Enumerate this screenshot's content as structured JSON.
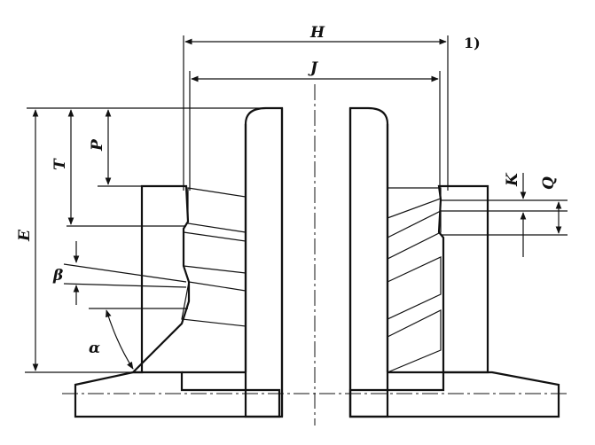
{
  "figure": {
    "labels": {
      "H": "H",
      "J": "J",
      "E": "E",
      "T": "T",
      "P": "P",
      "K": "K",
      "Q": "Q",
      "beta": "β",
      "alpha": "α"
    },
    "footnote_ref": "1)"
  },
  "colors": {
    "ink": "#111111",
    "background": "#ffffff"
  }
}
